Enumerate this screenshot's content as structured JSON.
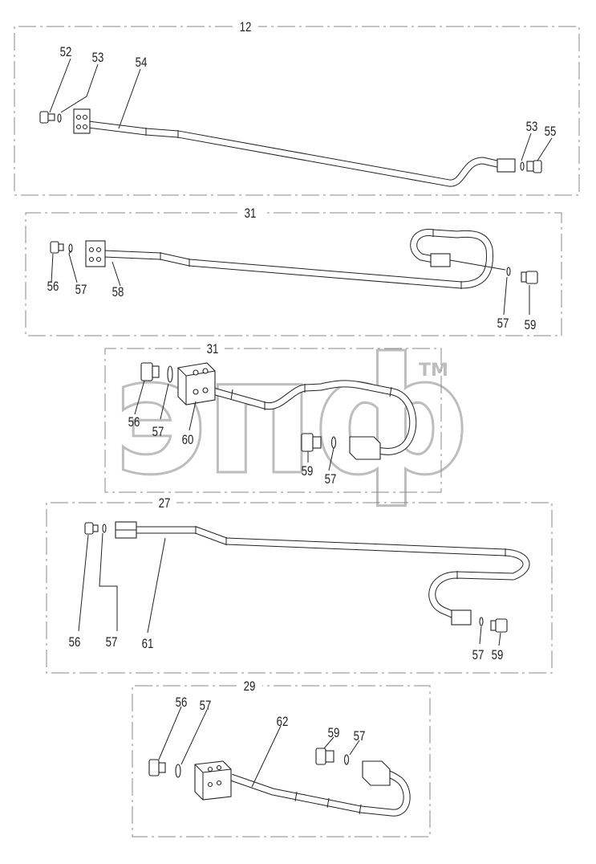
{
  "watermark": {
    "text": "эпф",
    "trademark": "TM"
  },
  "assemblies": [
    {
      "id": "a12",
      "group": "12",
      "labels": {
        "l52": "52",
        "l53a": "53",
        "l54": "54",
        "l53b": "53",
        "l55": "55"
      }
    },
    {
      "id": "a31a",
      "group": "31",
      "labels": {
        "l56": "56",
        "l57a": "57",
        "l58": "58",
        "l57b": "57",
        "l59": "59"
      }
    },
    {
      "id": "a31b",
      "group": "31",
      "labels": {
        "l56": "56",
        "l57a": "57",
        "l60": "60",
        "l59": "59",
        "l57b": "57"
      }
    },
    {
      "id": "a27",
      "group": "27",
      "labels": {
        "l56": "56",
        "l57a": "57",
        "l61": "61",
        "l57b": "57",
        "l59": "59"
      }
    },
    {
      "id": "a29",
      "group": "29",
      "labels": {
        "l56": "56",
        "l57a": "57",
        "l62": "62",
        "l59": "59",
        "l57b": "57"
      }
    }
  ]
}
